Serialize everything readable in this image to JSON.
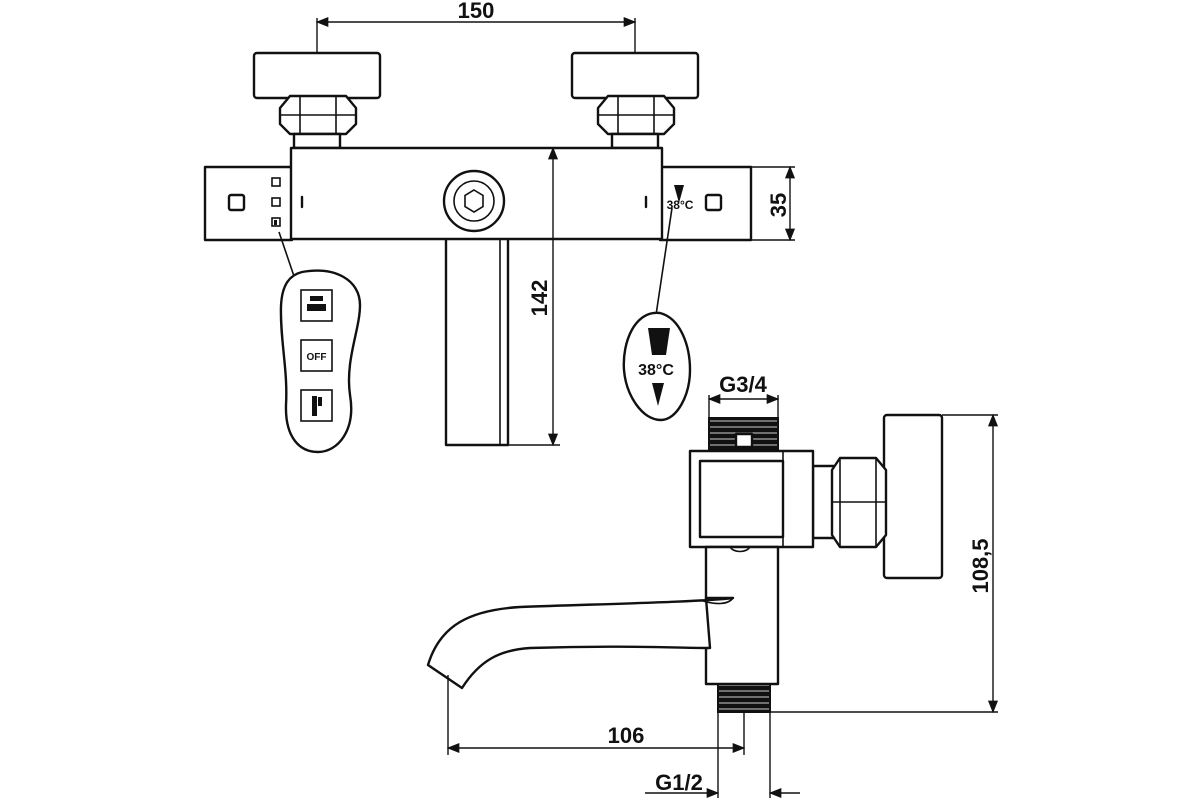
{
  "dimensions": {
    "handle_spacing": "150",
    "body_height": "35",
    "outlet_length": "142",
    "inlet_thread": "G3/4",
    "total_height": "108,5",
    "spout_reach": "106",
    "outlet_thread": "G1/2"
  },
  "callouts": {
    "off_label": "OFF",
    "temperature_small": "38°C",
    "temperature_large": "38°C"
  },
  "icons": {
    "diverter_top": "bath-tub-icon",
    "diverter_mid": "off-icon",
    "diverter_bottom": "shower-handset-icon",
    "temp_scale": "temperature-scale-icon"
  }
}
